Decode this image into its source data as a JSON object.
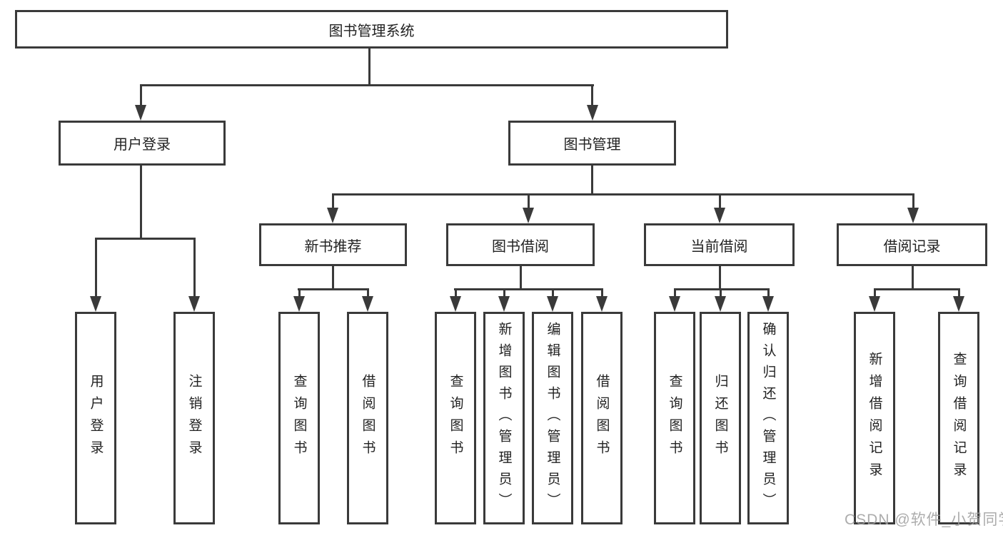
{
  "tree": {
    "label": "图书管理系统",
    "children": [
      {
        "label": "用户登录",
        "children": [
          {
            "label": "用户登录"
          },
          {
            "label": "注销登录"
          }
        ]
      },
      {
        "label": "图书管理",
        "children": [
          {
            "label": "新书推荐",
            "children": [
              {
                "label": "查询图书"
              },
              {
                "label": "借阅图书"
              }
            ]
          },
          {
            "label": "图书借阅",
            "children": [
              {
                "label": "查询图书"
              },
              {
                "label": "新增图书（管理员）"
              },
              {
                "label": "编辑图书（管理员）"
              },
              {
                "label": "借阅图书"
              }
            ]
          },
          {
            "label": "当前借阅",
            "children": [
              {
                "label": "查询图书"
              },
              {
                "label": "归还图书"
              },
              {
                "label": "确认归还（管理员）"
              }
            ]
          },
          {
            "label": "借阅记录",
            "children": [
              {
                "label": "新增借阅记录"
              },
              {
                "label": "查询借阅记录"
              }
            ]
          }
        ]
      }
    ]
  },
  "watermark": {
    "text": "CSDN @软件_小贺同学",
    "color": "#9e9e9e"
  },
  "colors": {
    "line": "#3a3a3a",
    "background": "#ffffff",
    "text": "#222222"
  }
}
